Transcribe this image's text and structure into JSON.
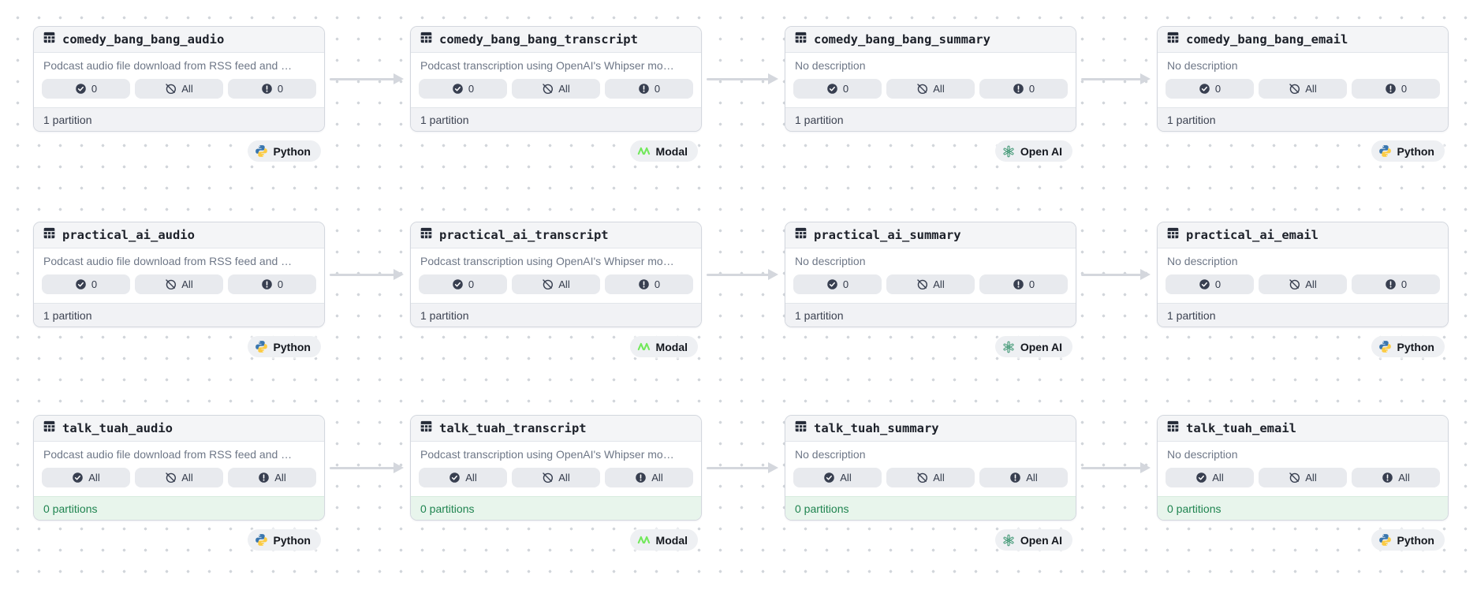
{
  "colors": {
    "canvas_dot": "#d2d6db",
    "card_border": "#d3d7de",
    "header_bg": "#f4f5f7",
    "badge_bg": "#e8eaee",
    "badge_ink": "#383f50",
    "footer_bg": "#f1f2f5",
    "footer_green_bg": "#e8f5ec",
    "footer_green_text": "#1f8450",
    "arrow": "#d4d7dd",
    "python_blue": "#3a76ae",
    "python_yellow": "#fbcb44",
    "modal_green": "#72e85b",
    "openai_green": "#459a78"
  },
  "graph": {
    "rows": [
      {
        "assets": [
          {
            "name": "comedy_bang_bang_audio",
            "icon": "table-icon",
            "description": "Podcast audio file download from RSS feed and …",
            "badges": [
              {
                "icon": "check-circle-icon",
                "label": "0"
              },
              {
                "icon": "slash-circle-icon",
                "label": "All"
              },
              {
                "icon": "alert-circle-icon",
                "label": "0"
              }
            ],
            "partitions": "1 partition",
            "partitions_state": "default",
            "tag": {
              "label": "Python",
              "icon": "python-icon"
            }
          },
          {
            "name": "comedy_bang_bang_transcript",
            "icon": "table-icon",
            "description": "Podcast transcription using OpenAI's Whipser mo…",
            "badges": [
              {
                "icon": "check-circle-icon",
                "label": "0"
              },
              {
                "icon": "slash-circle-icon",
                "label": "All"
              },
              {
                "icon": "alert-circle-icon",
                "label": "0"
              }
            ],
            "partitions": "1 partition",
            "partitions_state": "default",
            "tag": {
              "label": "Modal",
              "icon": "modal-icon"
            }
          },
          {
            "name": "comedy_bang_bang_summary",
            "icon": "table-icon",
            "description": "No description",
            "badges": [
              {
                "icon": "check-circle-icon",
                "label": "0"
              },
              {
                "icon": "slash-circle-icon",
                "label": "All"
              },
              {
                "icon": "alert-circle-icon",
                "label": "0"
              }
            ],
            "partitions": "1 partition",
            "partitions_state": "default",
            "tag": {
              "label": "Open AI",
              "icon": "openai-icon"
            }
          },
          {
            "name": "comedy_bang_bang_email",
            "icon": "table-icon",
            "description": "No description",
            "badges": [
              {
                "icon": "check-circle-icon",
                "label": "0"
              },
              {
                "icon": "slash-circle-icon",
                "label": "All"
              },
              {
                "icon": "alert-circle-icon",
                "label": "0"
              }
            ],
            "partitions": "1 partition",
            "partitions_state": "default",
            "tag": {
              "label": "Python",
              "icon": "python-icon"
            }
          }
        ]
      },
      {
        "assets": [
          {
            "name": "practical_ai_audio",
            "icon": "table-icon",
            "description": "Podcast audio file download from RSS feed and …",
            "badges": [
              {
                "icon": "check-circle-icon",
                "label": "0"
              },
              {
                "icon": "slash-circle-icon",
                "label": "All"
              },
              {
                "icon": "alert-circle-icon",
                "label": "0"
              }
            ],
            "partitions": "1 partition",
            "partitions_state": "default",
            "tag": {
              "label": "Python",
              "icon": "python-icon"
            }
          },
          {
            "name": "practical_ai_transcript",
            "icon": "table-icon",
            "description": "Podcast transcription using OpenAI's Whipser mo…",
            "badges": [
              {
                "icon": "check-circle-icon",
                "label": "0"
              },
              {
                "icon": "slash-circle-icon",
                "label": "All"
              },
              {
                "icon": "alert-circle-icon",
                "label": "0"
              }
            ],
            "partitions": "1 partition",
            "partitions_state": "default",
            "tag": {
              "label": "Modal",
              "icon": "modal-icon"
            }
          },
          {
            "name": "practical_ai_summary",
            "icon": "table-icon",
            "description": "No description",
            "badges": [
              {
                "icon": "check-circle-icon",
                "label": "0"
              },
              {
                "icon": "slash-circle-icon",
                "label": "All"
              },
              {
                "icon": "alert-circle-icon",
                "label": "0"
              }
            ],
            "partitions": "1 partition",
            "partitions_state": "default",
            "tag": {
              "label": "Open AI",
              "icon": "openai-icon"
            }
          },
          {
            "name": "practical_ai_email",
            "icon": "table-icon",
            "description": "No description",
            "badges": [
              {
                "icon": "check-circle-icon",
                "label": "0"
              },
              {
                "icon": "slash-circle-icon",
                "label": "All"
              },
              {
                "icon": "alert-circle-icon",
                "label": "0"
              }
            ],
            "partitions": "1 partition",
            "partitions_state": "default",
            "tag": {
              "label": "Python",
              "icon": "python-icon"
            }
          }
        ]
      },
      {
        "assets": [
          {
            "name": "talk_tuah_audio",
            "icon": "table-icon",
            "description": "Podcast audio file download from RSS feed and …",
            "badges": [
              {
                "icon": "check-circle-icon",
                "label": "All"
              },
              {
                "icon": "slash-circle-icon",
                "label": "All"
              },
              {
                "icon": "alert-circle-icon",
                "label": "All"
              }
            ],
            "partitions": "0 partitions",
            "partitions_state": "green",
            "tag": {
              "label": "Python",
              "icon": "python-icon"
            }
          },
          {
            "name": "talk_tuah_transcript",
            "icon": "table-icon",
            "description": "Podcast transcription using OpenAI's Whipser mo…",
            "badges": [
              {
                "icon": "check-circle-icon",
                "label": "All"
              },
              {
                "icon": "slash-circle-icon",
                "label": "All"
              },
              {
                "icon": "alert-circle-icon",
                "label": "All"
              }
            ],
            "partitions": "0 partitions",
            "partitions_state": "green",
            "tag": {
              "label": "Modal",
              "icon": "modal-icon"
            }
          },
          {
            "name": "talk_tuah_summary",
            "icon": "table-icon",
            "description": "No description",
            "badges": [
              {
                "icon": "check-circle-icon",
                "label": "All"
              },
              {
                "icon": "slash-circle-icon",
                "label": "All"
              },
              {
                "icon": "alert-circle-icon",
                "label": "All"
              }
            ],
            "partitions": "0 partitions",
            "partitions_state": "green",
            "tag": {
              "label": "Open AI",
              "icon": "openai-icon"
            }
          },
          {
            "name": "talk_tuah_email",
            "icon": "table-icon",
            "description": "No description",
            "badges": [
              {
                "icon": "check-circle-icon",
                "label": "All"
              },
              {
                "icon": "slash-circle-icon",
                "label": "All"
              },
              {
                "icon": "alert-circle-icon",
                "label": "All"
              }
            ],
            "partitions": "0 partitions",
            "partitions_state": "green",
            "tag": {
              "label": "Python",
              "icon": "python-icon"
            }
          }
        ]
      }
    ]
  }
}
